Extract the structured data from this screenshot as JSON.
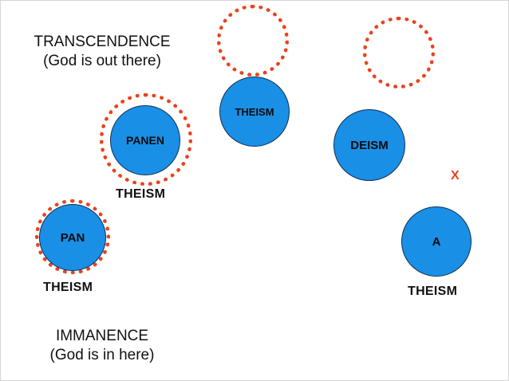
{
  "transcendence": {
    "title": "TRANSCENDENCE",
    "subtitle": "(God is out there)"
  },
  "immanence": {
    "title": "IMMANENCE",
    "subtitle": "(God is in here)"
  },
  "nodes": {
    "theism": {
      "label": "THEISM"
    },
    "panen": {
      "label": "PANEN",
      "suffix": "THEISM"
    },
    "pan": {
      "label": "PAN",
      "suffix": "THEISM"
    },
    "deism": {
      "label": "DEISM"
    },
    "a": {
      "label": "A",
      "suffix": "THEISM"
    }
  },
  "deism_marker": "X",
  "colors": {
    "circle_fill": "#1a8fe6",
    "circle_outline": "#0e2f55",
    "dotted_ring": "#e8431d",
    "marker": "#e8431d"
  }
}
